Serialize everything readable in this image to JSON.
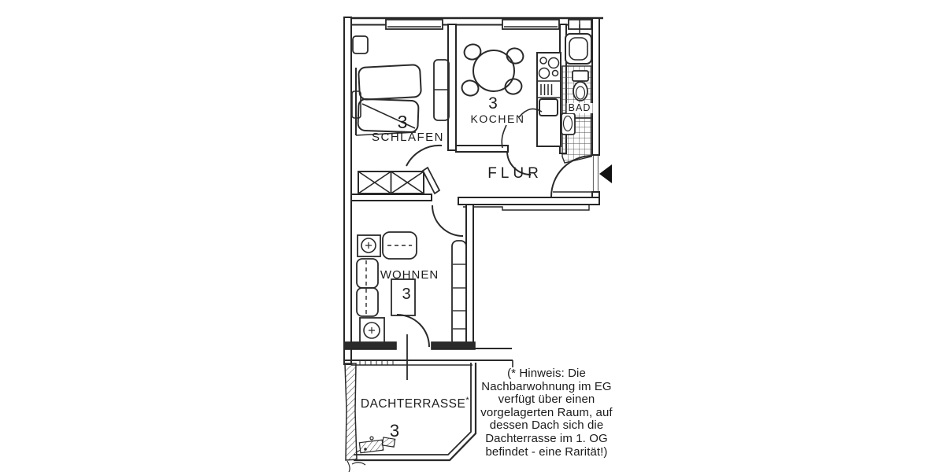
{
  "plan": {
    "rooms": {
      "schlafen": {
        "number": "3",
        "label": "SCHLAFEN"
      },
      "kochen": {
        "number": "3",
        "label": "KOCHEN"
      },
      "bad": {
        "label": "BAD"
      },
      "flur": {
        "label": "FLUR"
      },
      "wohnen": {
        "label": "WOHNEN",
        "number": "3"
      },
      "dachterrasse": {
        "label": "DACHTERRASSE",
        "marker": "*",
        "number": "3"
      }
    }
  },
  "note": {
    "lines": [
      "(* Hinweis: Die",
      "Nachbarwohnung im EG",
      "verfügt über einen",
      "vorgelagerten Raum, auf",
      "dessen Dach sich die",
      "Dachterrasse im 1. OG",
      "befindet - eine Rarität!)"
    ]
  },
  "colors": {
    "ink": "#262626",
    "paper": "#ffffff",
    "arrow": "#111111"
  }
}
